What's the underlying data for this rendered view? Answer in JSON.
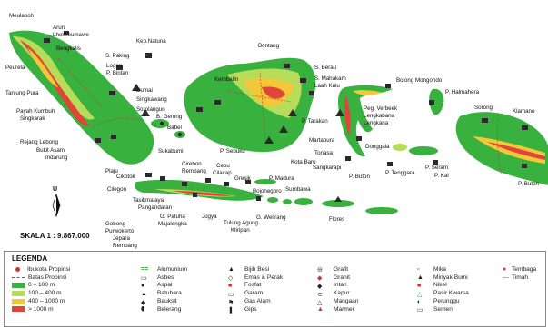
{
  "colors": {
    "sea": "#ffffff",
    "lowland": "#38b13f",
    "hill": "#b7dc5a",
    "upland": "#f2c73a",
    "mountain": "#e0453a",
    "symbol": "#2a2a2a"
  },
  "map": {
    "scale": "SKALA 1 : 9.867.000",
    "north": "U",
    "labels": [
      "Meulaboh",
      "Arun",
      "Lhokseumawe",
      "Bengkalis",
      "Peurela",
      "S. Paking",
      "Logas",
      "P. Bintan",
      "Kep.Natuna",
      "Dumai",
      "Singkawang",
      "Sorolangun",
      "B. Gerong",
      "Babel",
      "Tanjung Pura",
      "Payah Kumbuh",
      "Singkarak",
      "Rejang Lebong",
      "Bukit Asam",
      "Indarung",
      "Kembatin",
      "Bontang",
      "S. Berau",
      "S. Mahakam",
      "Laah Kulu",
      "P. Tarakan",
      "P. Sebuku",
      "Martapura",
      "Kota Baru",
      "Sangkarapi",
      "Tonasa",
      "Peg. Verbeek",
      "Lengkabana",
      "Lengkana",
      "Bolong Mongondo",
      "Donggala",
      "P. Halmahera",
      "Sorong",
      "Klamano",
      "P. Buton",
      "P. Tenggara",
      "P. Seram",
      "P. Kai",
      "P. Buton",
      "Sukabumi",
      "Plaju",
      "Cirebon",
      "Cilacap",
      "Rembang",
      "Cepu",
      "Gresik",
      "P. Madura",
      "Bojonegoro",
      "Cikotok",
      "Cilegon",
      "Tasikmalaya",
      "Pangandaran",
      "G. Patuha",
      "Majalengka",
      "Jogya",
      "Tulung Agung",
      "G. Welirang",
      "Kliripan",
      "Gobong",
      "Purwokerto",
      "Jepara",
      "Rembang",
      "Sumbawa",
      "Flores"
    ]
  },
  "legend": {
    "title": "LEGENDA",
    "columns": [
      [
        {
          "label": "Ibukota Propinsi",
          "swatch": "dot",
          "color": "#d62f2f"
        },
        {
          "label": "Batas Propinsi",
          "swatch": "dash",
          "color": "#c0392b"
        },
        {
          "label": "0 –  100  m",
          "swatch": "box",
          "color": "#38b13f"
        },
        {
          "label": "100 –  400  m",
          "swatch": "box",
          "color": "#b7dc5a"
        },
        {
          "label": "400 – 1000  m",
          "swatch": "box",
          "color": "#f2c73a"
        },
        {
          "label": "> 1000 m",
          "swatch": "box",
          "color": "#e0453a"
        }
      ],
      [
        {
          "label": "Alumunium",
          "icon": "=="
        },
        {
          "label": "Asbes",
          "icon": "▭"
        },
        {
          "label": "Aspal",
          "icon": "●"
        },
        {
          "label": "Batubara",
          "icon": "▲"
        },
        {
          "label": "Bauksit",
          "icon": "◆"
        },
        {
          "label": "Belerang",
          "icon": "⬮"
        }
      ],
      [
        {
          "label": "Bijih Besi",
          "icon": "▲"
        },
        {
          "label": "Emas & Perak",
          "icon": "◇"
        },
        {
          "label": "Fosfat",
          "icon": "■"
        },
        {
          "label": "Garam",
          "icon": "▭"
        },
        {
          "label": "Gas Alam",
          "icon": "⚑"
        },
        {
          "label": "Gips",
          "icon": "❚"
        }
      ],
      [
        {
          "label": "Grafit",
          "icon": "⊖"
        },
        {
          "label": "Granit",
          "icon": "◆"
        },
        {
          "label": "Intan",
          "icon": "◆"
        },
        {
          "label": "Kapur",
          "icon": "⊂"
        },
        {
          "label": "Mangaan",
          "icon": "△"
        },
        {
          "label": "Marmer",
          "icon": "▲"
        }
      ],
      [
        {
          "label": "Mika",
          "icon": "▫"
        },
        {
          "label": "Minyak Bumi",
          "icon": "▲"
        },
        {
          "label": "Nikel",
          "icon": "■"
        },
        {
          "label": "Pasir Kwarsa",
          "icon": "△"
        },
        {
          "label": "Perunggu",
          "icon": "◐"
        },
        {
          "label": "Semen",
          "icon": "▭"
        }
      ],
      [
        {
          "label": "Tembaga",
          "icon": "●"
        },
        {
          "label": "Timah",
          "icon": "—"
        }
      ]
    ]
  }
}
